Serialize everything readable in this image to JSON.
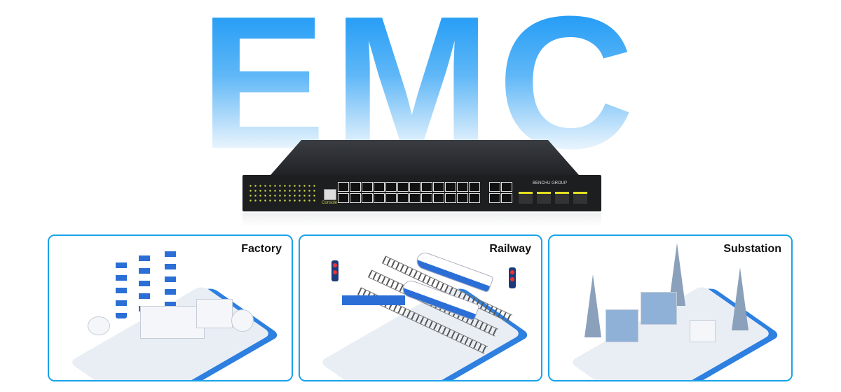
{
  "hero": {
    "title": "EMC"
  },
  "product": {
    "brand": "BENCHU GROUP",
    "console_label": "Console"
  },
  "scenarios": [
    {
      "label": "Factory"
    },
    {
      "label": "Railway"
    },
    {
      "label": "Substation"
    }
  ],
  "colors": {
    "accent": "#1aa3ea",
    "title_gradient_top": "#1a98f5",
    "platform_blue": "#2b6fd6"
  }
}
